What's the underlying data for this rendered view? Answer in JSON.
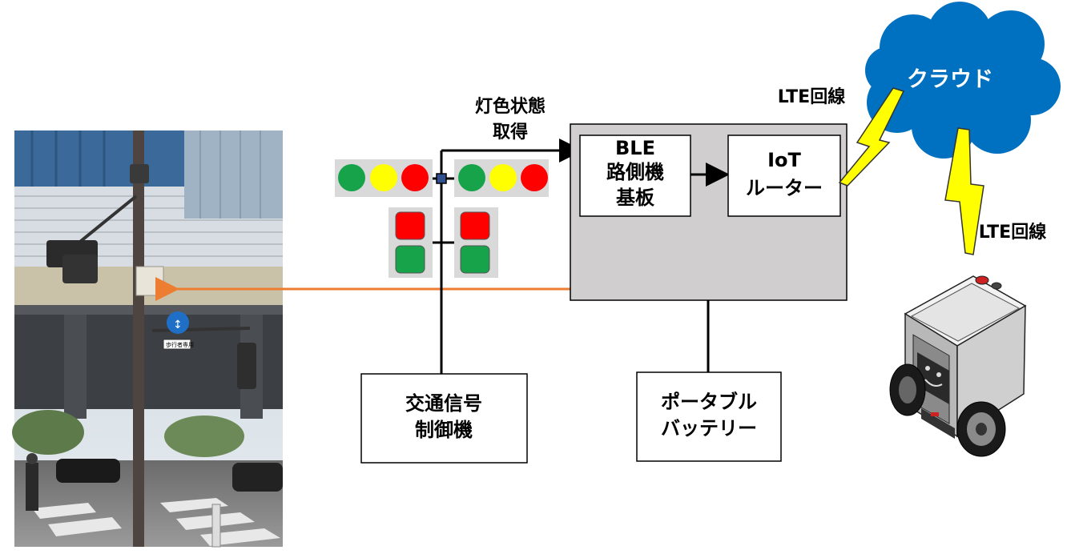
{
  "labels": {
    "signal_acquire_line1": "灯色状態",
    "signal_acquire_line2": "取得",
    "lte_link_top": "LTE回線",
    "lte_link_right": "LTE回線",
    "cloud": "クラウド",
    "ble_line1": "BLE",
    "ble_line2": "路側機",
    "ble_line3": "基板",
    "iot_line1": "IoT",
    "iot_line2": "ルーター",
    "controller_line1": "交通信号",
    "controller_line2": "制御機",
    "battery_line1": "ポータブル",
    "battery_line2": "バッテリー"
  },
  "photo_sign_text": "歩行者専用",
  "colors": {
    "signal_green": "#16a34a",
    "signal_yellow": "#ffff00",
    "signal_red": "#ff0000",
    "cloud_blue": "#0070c0",
    "lightning_yellow": "#ffff00",
    "arrow_orange": "#ed7d31",
    "unit_gray": "#d0cece",
    "lamp_panel_gray": "#d9d9d9"
  }
}
